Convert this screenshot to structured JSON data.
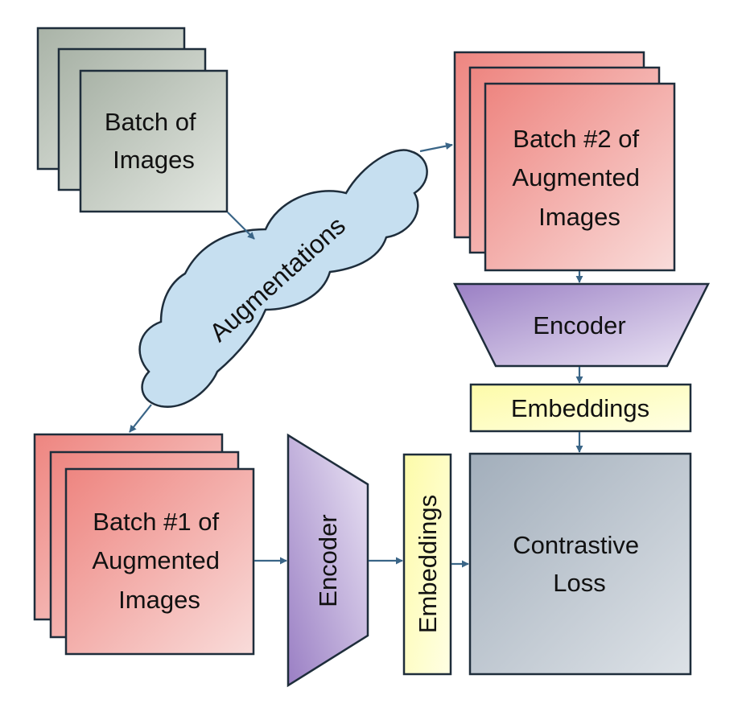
{
  "source_batch": {
    "line1": "Batch of",
    "line2": "Images"
  },
  "augmentations": {
    "label": "Augmentations"
  },
  "batch2": {
    "line1": "Batch #2 of",
    "line2": "Augmented",
    "line3": "Images"
  },
  "batch1": {
    "line1": "Batch #1 of",
    "line2": "Augmented",
    "line3": "Images"
  },
  "encoder_top": {
    "label": "Encoder"
  },
  "encoder_bottom": {
    "label": "Encoder"
  },
  "embeddings_top": {
    "label": "Embeddings"
  },
  "embeddings_side": {
    "label": "Embeddings"
  },
  "loss": {
    "line1": "Contrastive",
    "line2": "Loss"
  },
  "colors": {
    "stroke": "#1e2d3b",
    "arrow": "#3a6587",
    "gray_start": "#a9b3a7",
    "gray_end": "#e4e8e2",
    "red_start": "#ee8580",
    "red_end": "#f9dcda",
    "purple_start": "#9a7fc4",
    "purple_end": "#ece6f5",
    "yellow_start": "#fdfba9",
    "yellow_end": "#ffffe4",
    "slate_start": "#a2aebb",
    "slate_end": "#dde2e7",
    "cloud": "#c6dff0"
  }
}
